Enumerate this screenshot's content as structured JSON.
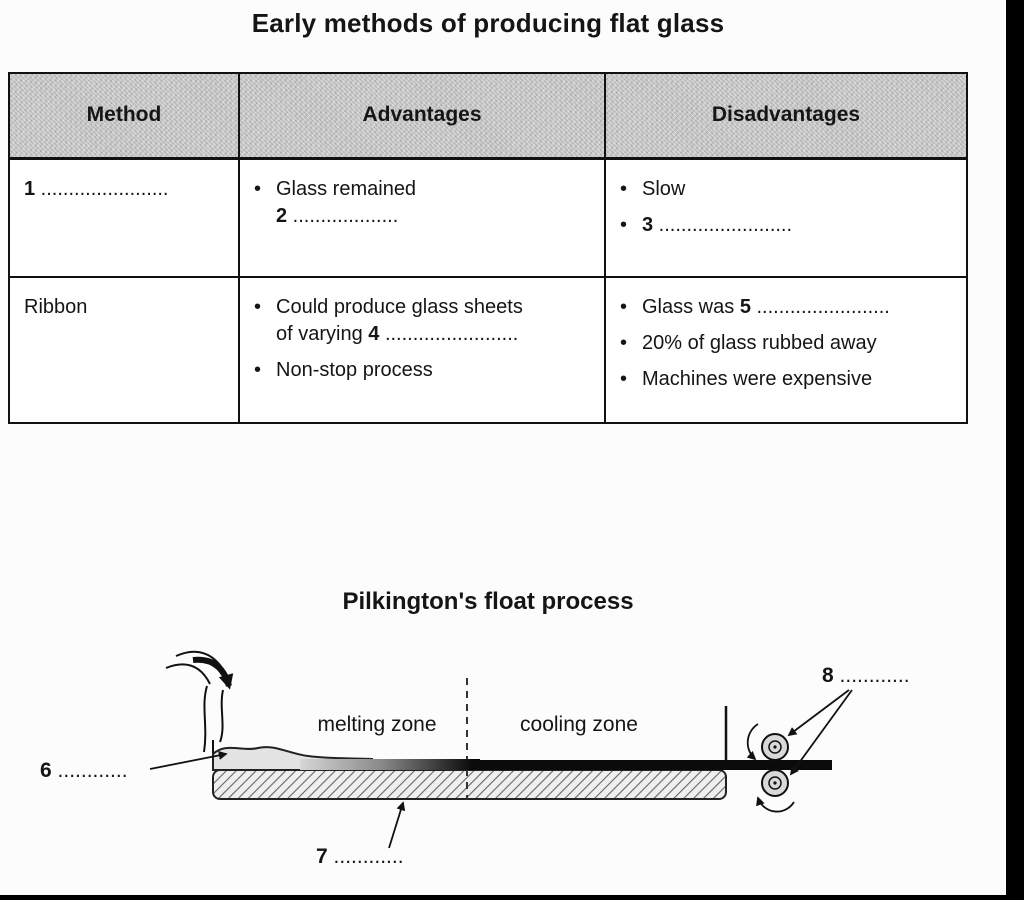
{
  "page": {
    "title": "Early methods of producing flat glass"
  },
  "glyphs": {
    "bullet": "•"
  },
  "table": {
    "headers": [
      "Method",
      "Advantages",
      "Disadvantages"
    ],
    "row1": {
      "method_num": "1",
      "method_dots": " .......................",
      "adv1_line1": "Glass remained",
      "adv1_num": "2",
      "adv1_dots": " ...................",
      "dis1": "Slow",
      "dis2_num": "3",
      "dis2_dots": " ........................"
    },
    "row2": {
      "method": "Ribbon",
      "adv1_line1": "Could produce glass sheets",
      "adv1_line2_pre": "of varying ",
      "adv1_num": "4",
      "adv1_dots": " ........................",
      "adv2": "Non-stop process",
      "dis1_pre": "Glass was ",
      "dis1_num": "5",
      "dis1_dots": " ........................",
      "dis2": "20% of glass rubbed away",
      "dis3": "Machines were expensive"
    }
  },
  "diagram": {
    "title": "Pilkington's float process",
    "melting_zone": "melting zone",
    "cooling_zone": "cooling zone",
    "label6_num": "6",
    "label6_dots": " ............",
    "label7_num": "7",
    "label7_dots": " ............",
    "label8_num": "8",
    "label8_dots": " ............"
  },
  "colors": {
    "ink": "#151515",
    "header_fill": "#c9c9c9",
    "paper": "#fcfcfc"
  }
}
